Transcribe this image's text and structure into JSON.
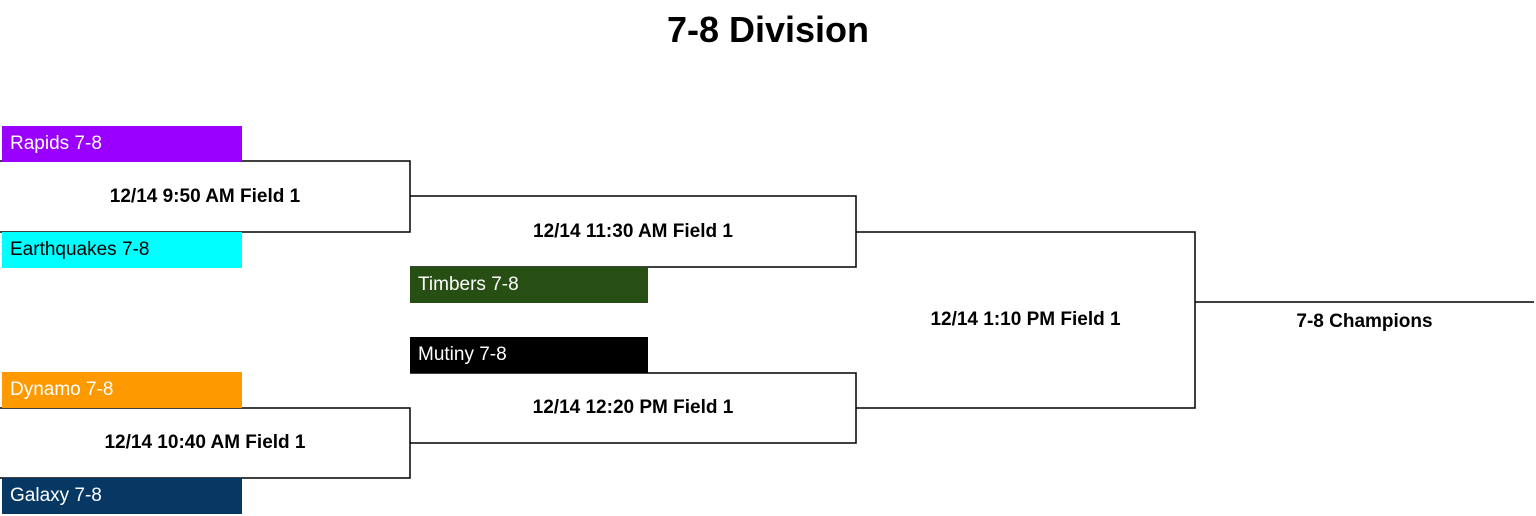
{
  "title": "7-8 Division",
  "teams": {
    "rapids": {
      "name": "Rapids 7-8",
      "color": "#9900ff",
      "text_color": "#ffffff"
    },
    "earthquakes": {
      "name": "Earthquakes 7-8",
      "color": "#00ffff",
      "text_color": "#000000"
    },
    "timbers": {
      "name": "Timbers 7-8",
      "color": "#274e13",
      "text_color": "#ffffff"
    },
    "mutiny": {
      "name": "Mutiny 7-8",
      "color": "#000000",
      "text_color": "#ffffff"
    },
    "dynamo": {
      "name": "Dynamo 7-8",
      "color": "#ff9900",
      "text_color": "#ffffff"
    },
    "galaxy": {
      "name": "Galaxy 7-8",
      "color": "#073763",
      "text_color": "#ffffff"
    }
  },
  "games": {
    "game1": "12/14 9:50 AM Field 1",
    "game2": "12/14 10:40 AM Field 1",
    "game3": "12/14 11:30 AM Field 1",
    "game4": "12/14 12:20 PM Field 1",
    "final": "12/14 1:10 PM Field 1"
  },
  "champion_label": "7-8 Champions"
}
